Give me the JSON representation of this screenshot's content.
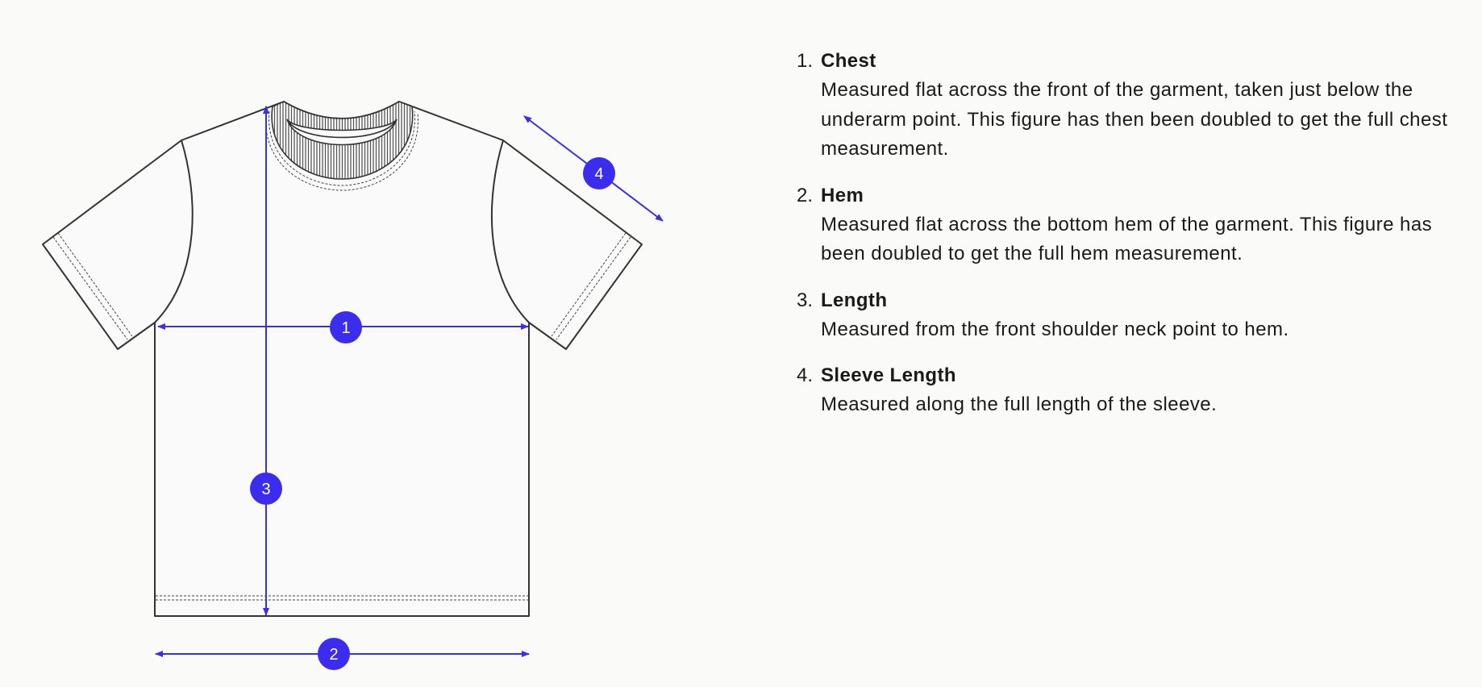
{
  "accent_color": "#3a2ded",
  "outline_color": "#333333",
  "badges": {
    "chest": "1",
    "hem": "2",
    "length": "3",
    "sleeve": "4"
  },
  "measurements": [
    {
      "number": "1.",
      "title": "Chest",
      "description": "Measured flat across the front of the garment, taken just below the underarm point. This figure has then been doubled to get the full chest measurement."
    },
    {
      "number": "2.",
      "title": "Hem",
      "description": "Measured flat across the bottom hem of the garment. This figure has been doubled to get the full hem measurement."
    },
    {
      "number": "3.",
      "title": "Length",
      "description": "Measured from the front shoulder neck point to hem."
    },
    {
      "number": "4.",
      "title": "Sleeve Length",
      "description": "Measured along the full length of the sleeve."
    }
  ]
}
